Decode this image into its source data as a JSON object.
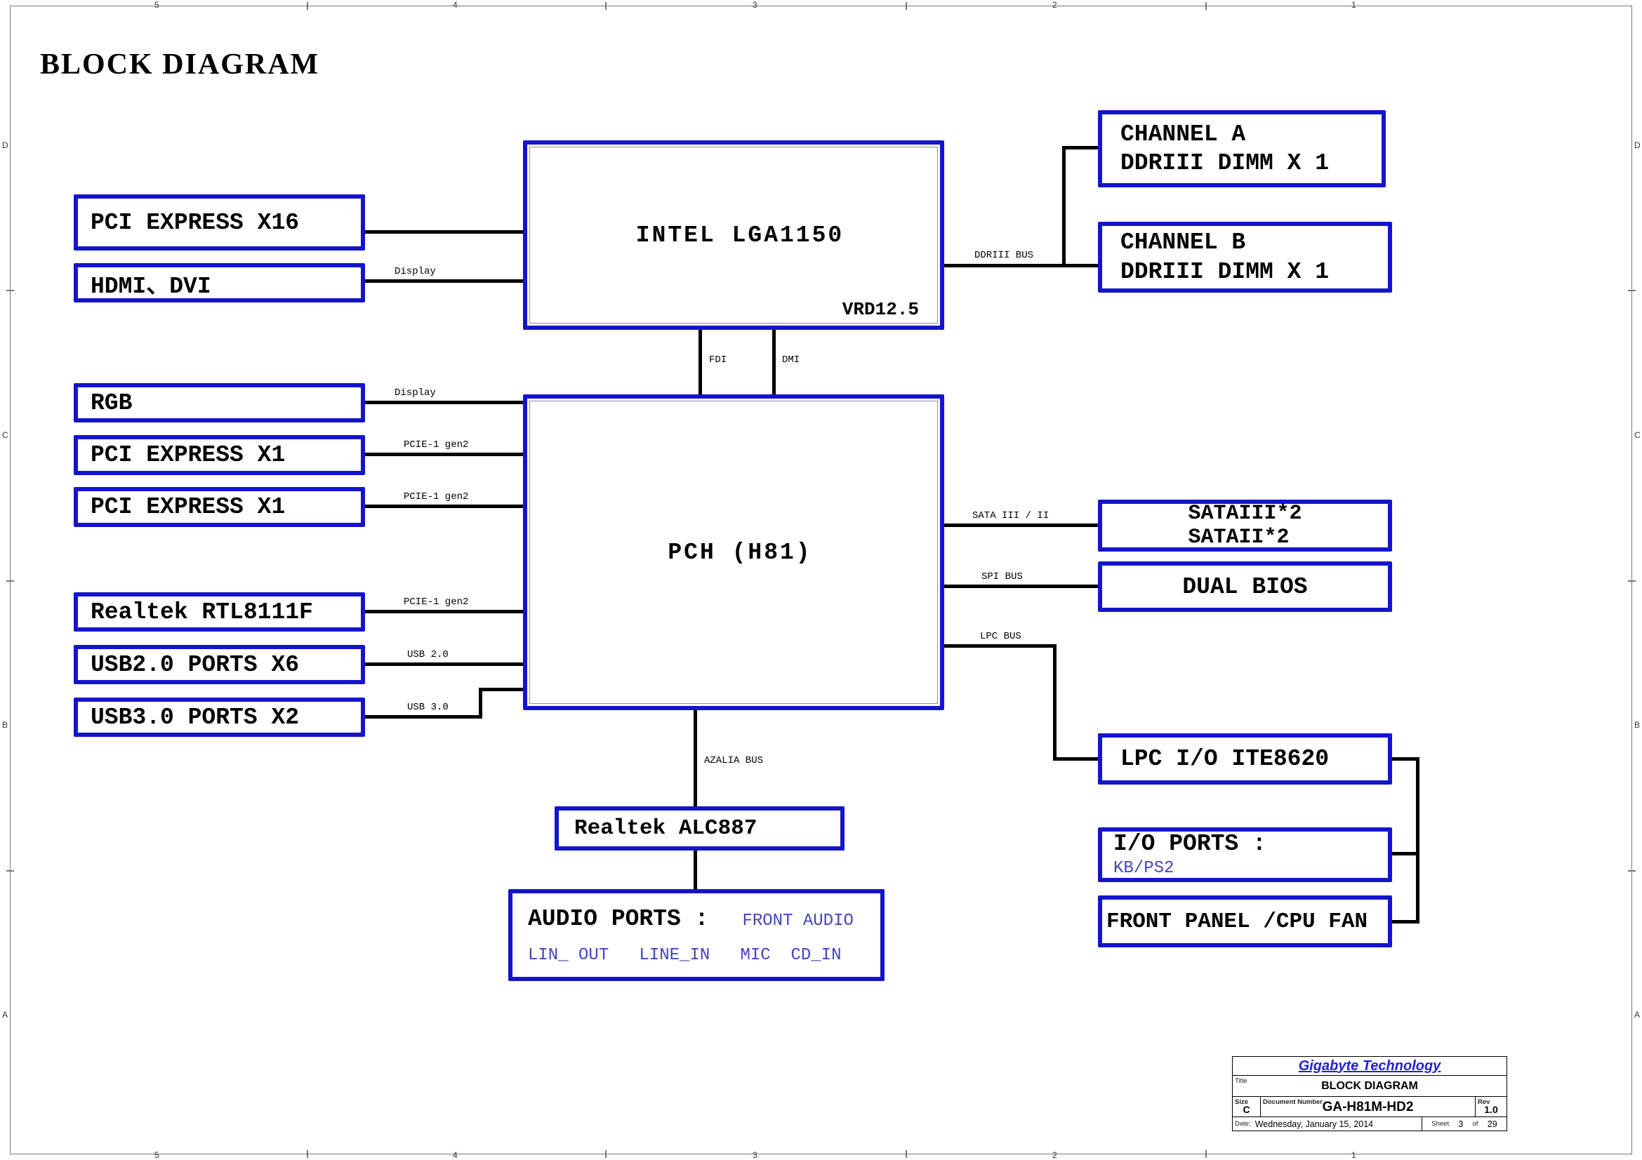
{
  "page": {
    "title": "BLOCK DIAGRAM"
  },
  "colors": {
    "box_border": "#1414cc",
    "accent_text": "#4444bb",
    "company_blue": "#2222cc"
  },
  "blocks": {
    "cpu": {
      "label": "INTEL LGA1150",
      "vrd": "VRD12.5"
    },
    "pch": {
      "label": "PCH (H81)"
    },
    "left": [
      {
        "label": "PCI EXPRESS X16"
      },
      {
        "label": "HDMI、DVI"
      },
      {
        "label": "RGB"
      },
      {
        "label": "PCI EXPRESS X1"
      },
      {
        "label": "PCI EXPRESS X1"
      },
      {
        "label": "Realtek RTL8111F"
      },
      {
        "label": "USB2.0 PORTS X6"
      },
      {
        "label": "USB3.0 PORTS X2"
      }
    ],
    "right": {
      "channel_a": {
        "line1": "CHANNEL A",
        "line2": "DDRIII DIMM X 1"
      },
      "channel_b": {
        "line1": "CHANNEL B",
        "line2": "DDRIII DIMM X 1"
      },
      "sata": {
        "line1": "SATAIII*2",
        "line2": "SATAII*2"
      },
      "dual_bios": {
        "label": "DUAL BIOS"
      },
      "lpc_io": {
        "label": "LPC I/O ITE8620"
      },
      "io_ports": {
        "label": "I/O PORTS :",
        "sub": "KB/PS2"
      },
      "front_panel": {
        "label": "FRONT PANEL /CPU FAN"
      }
    },
    "audio_codec": {
      "label": "Realtek ALC887"
    },
    "audio_ports": {
      "title": "AUDIO PORTS :",
      "front": "FRONT AUDIO",
      "jacks": "LIN_ OUT   LINE_IN   MIC  CD_IN"
    }
  },
  "bus": {
    "display_top": "Display",
    "display_mid": "Display",
    "ddriii": "DDRIII BUS",
    "fdi": "FDI",
    "dmi": "DMI",
    "pcie1": "PCIE-1 gen2",
    "pcie2": "PCIE-1 gen2",
    "pcie3": "PCIE-1 gen2",
    "usb2": "USB 2.0",
    "usb3": "USB 3.0",
    "sata": "SATA III / II",
    "spi": "SPI BUS",
    "lpc": "LPC BUS",
    "azalia": "AZALIA BUS"
  },
  "title_block": {
    "company": "Gigabyte Technology",
    "title_label": "Title",
    "title": "BLOCK DIAGRAM",
    "size_label": "Size",
    "size": "C",
    "doc_label": "Document Number",
    "doc": "GA-H81M-HD2",
    "rev_label": "Rev",
    "rev": "1.0",
    "date_label": "Date:",
    "date": "Wednesday, January 15, 2014",
    "sheet_label": "Sheet",
    "sheet": "3",
    "of_label": "of",
    "pages": "29"
  },
  "frame": {
    "zones_h": [
      "5",
      "4",
      "3",
      "2",
      "1"
    ],
    "zones_v": [
      "D",
      "C",
      "B",
      "A"
    ]
  }
}
